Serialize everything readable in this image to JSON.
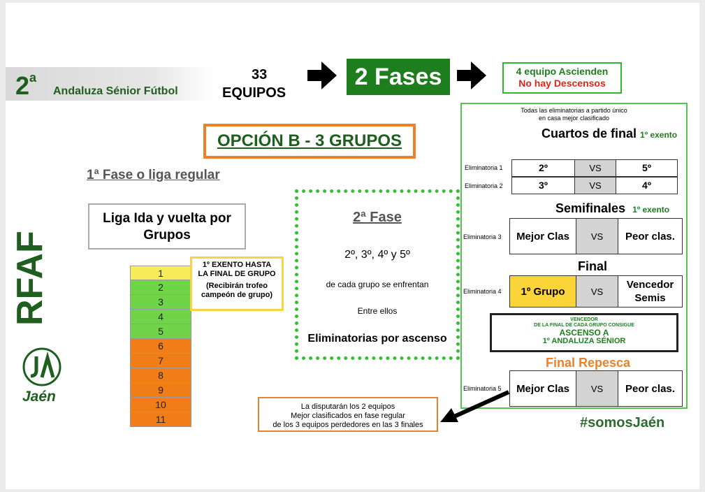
{
  "header": {
    "division": "2",
    "division_sup": "a",
    "league": "Andaluza Sénior Fútbol",
    "teams_count": "33",
    "teams_label": "EQUIPOS",
    "phases": "2 Fases",
    "promotion_line1": "4 equipo Ascienden",
    "promotion_line2": "No hay Descensos"
  },
  "option": "OPCIÓN B - 3 GRUPOS",
  "phase1": {
    "title": "1ª Fase o liga regular",
    "format_line1": "Liga Ida y vuelta por",
    "format_line2": "Grupos"
  },
  "logo": {
    "rfaf": "RFAF",
    "jaen": "Jaén"
  },
  "standings": [
    {
      "pos": "1",
      "color": "#f7ec5a"
    },
    {
      "pos": "2",
      "color": "#6fd448"
    },
    {
      "pos": "3",
      "color": "#6fd448"
    },
    {
      "pos": "4",
      "color": "#6fd448"
    },
    {
      "pos": "5",
      "color": "#6fd448"
    },
    {
      "pos": "6",
      "color": "#f07d17"
    },
    {
      "pos": "7",
      "color": "#f07d17"
    },
    {
      "pos": "8",
      "color": "#f07d17"
    },
    {
      "pos": "9",
      "color": "#f07d17"
    },
    {
      "pos": "10",
      "color": "#f07d17"
    },
    {
      "pos": "11",
      "color": "#f07d17"
    }
  ],
  "exempt_note": {
    "line1": "1º EXENTO HASTA",
    "line2": "LA FINAL DE GRUPO",
    "line3": "(Recibirán trofeo",
    "line4": "campeón de grupo)"
  },
  "phase2": {
    "title": "2ª Fase",
    "positions": "2º, 3º, 4º y 5º",
    "description": "de cada grupo se enfrentan",
    "between": "Entre ellos",
    "knockout": "Eliminatorias  por ascenso"
  },
  "bracket": {
    "note_line1": "Todas las eliminatorias a partido único",
    "note_line2": "en casa mejor clasificado",
    "quarters_title": "Cuartos de final",
    "quarters_exempt": "1º exento",
    "tie1": {
      "label": "Eliminatoria 1",
      "home": "2º",
      "vs": "VS",
      "away": "5º"
    },
    "tie2": {
      "label": "Eliminatoria 2",
      "home": "3º",
      "vs": "VS",
      "away": "4º"
    },
    "semis_title": "Semifinales",
    "semis_exempt": "1º exento",
    "tie3": {
      "label": "Eliminatoria 3",
      "home": "Mejor Clas",
      "vs": "VS",
      "away": "Peor clas."
    },
    "final_title": "Final",
    "tie4": {
      "label": "Eliminatoria 4",
      "home": "1º Grupo",
      "vs": "VS",
      "away_l1": "Vencedor",
      "away_l2": "Semis"
    },
    "ascent_line1": "VENCEDOR",
    "ascent_line2": "DE LA FINAL  DE CADA GRUPO CONSIGUE",
    "ascent_line3": "ASCENSO A",
    "ascent_line4": "1º ANDALUZA SÉNIOR",
    "repechage_title": "Final Repesca",
    "tie5": {
      "label": "Eliminatoria 5",
      "home": "Mejor Clas",
      "vs": "VS",
      "away": "Peor clas."
    }
  },
  "repechage_note": {
    "line1": "La disputarán los 2 equipos",
    "line2": "Mejor clasificados en fase regular",
    "line3": "de los 3 equipos perdedores en las 3 finales"
  },
  "hashtag": "#somosJaén",
  "colors": {
    "green_dark": "#1e7e1e",
    "green_bright": "#33c033",
    "orange": "#e9822a",
    "yellow": "#f5d546",
    "red": "#e0231b"
  }
}
